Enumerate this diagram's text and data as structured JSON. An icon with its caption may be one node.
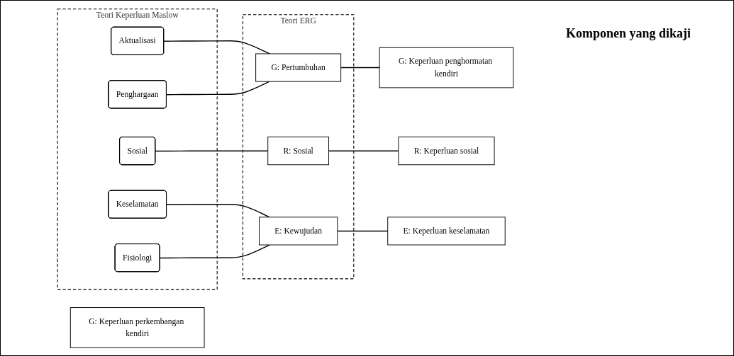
{
  "diagram": {
    "nodes": [
      {
        "text": [
          "Teori Keperluan Maslow"
        ]
      },
      {
        "text": [
          "Aktualisasi"
        ],
        "in": 0
      },
      {
        "text": [
          "Penghargaan"
        ],
        "in": 0
      },
      {
        "text": [
          "Sosial"
        ],
        "in": 0
      },
      {
        "text": [
          "Keselamatan"
        ],
        "in": 0
      },
      {
        "text": [
          "Fisiologi"
        ],
        "in": 0
      },
      {
        "text": [
          "Teori ERG"
        ]
      },
      {
        "text": [
          "G: Pertumbuhan"
        ],
        "in": 6
      },
      {
        "text": [
          "R: Sosial"
        ],
        "in": 6
      },
      {
        "text": [
          "E: Kewujudan"
        ],
        "in": 6
      },
      {
        "text": [
          "G: Keperluan perkembangan kendiri"
        ]
      },
      {
        "text": [
          "G: Keperluan penghormatan kendiri"
        ]
      },
      {
        "text": [
          "R: Keperluan sosial"
        ]
      },
      {
        "text": [
          "E: Keperluan keselamatan"
        ]
      }
    ],
    "edges": [
      {
        "from": 1,
        "to": 7,
        "arrow": "none"
      },
      {
        "from": 2,
        "to": 7,
        "arrow": "none"
      },
      {
        "from": 3,
        "to": 8,
        "arrow": "none"
      },
      {
        "from": 4,
        "to": 9,
        "arrow": "none"
      },
      {
        "from": 5,
        "to": 9,
        "arrow": "none"
      },
      {
        "from": 7,
        "to": 11,
        "arrow": "none"
      },
      {
        "from": 8,
        "to": 12,
        "arrow": "none"
      },
      {
        "from": 9,
        "to": 13,
        "arrow": "none"
      }
    ],
    "labels": [
      "Komponen yang dikaji"
    ]
  }
}
